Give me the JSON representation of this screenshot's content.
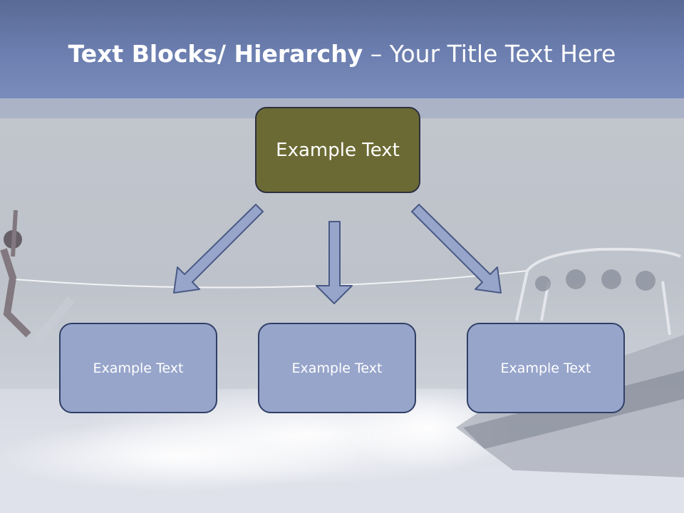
{
  "slide": {
    "title_bold": "Text Blocks/ Hierarchy",
    "title_regular": " – Your Title Text Here"
  },
  "diagram": {
    "top_box": {
      "label": "Example Text"
    },
    "child_boxes": [
      {
        "label": "Example Text"
      },
      {
        "label": "Example Text"
      },
      {
        "label": "Example Text"
      }
    ],
    "arrow_count": 3
  },
  "colors": {
    "header": "#6c7fb0",
    "top_box_fill": "#6b6a34",
    "child_box_fill": "#97a5cb",
    "child_box_border": "#2f3f66",
    "arrow_fill": "#97a5cb",
    "arrow_stroke": "#4a5a85"
  },
  "background": {
    "description_icon": "wakeboard-boat-photo"
  }
}
